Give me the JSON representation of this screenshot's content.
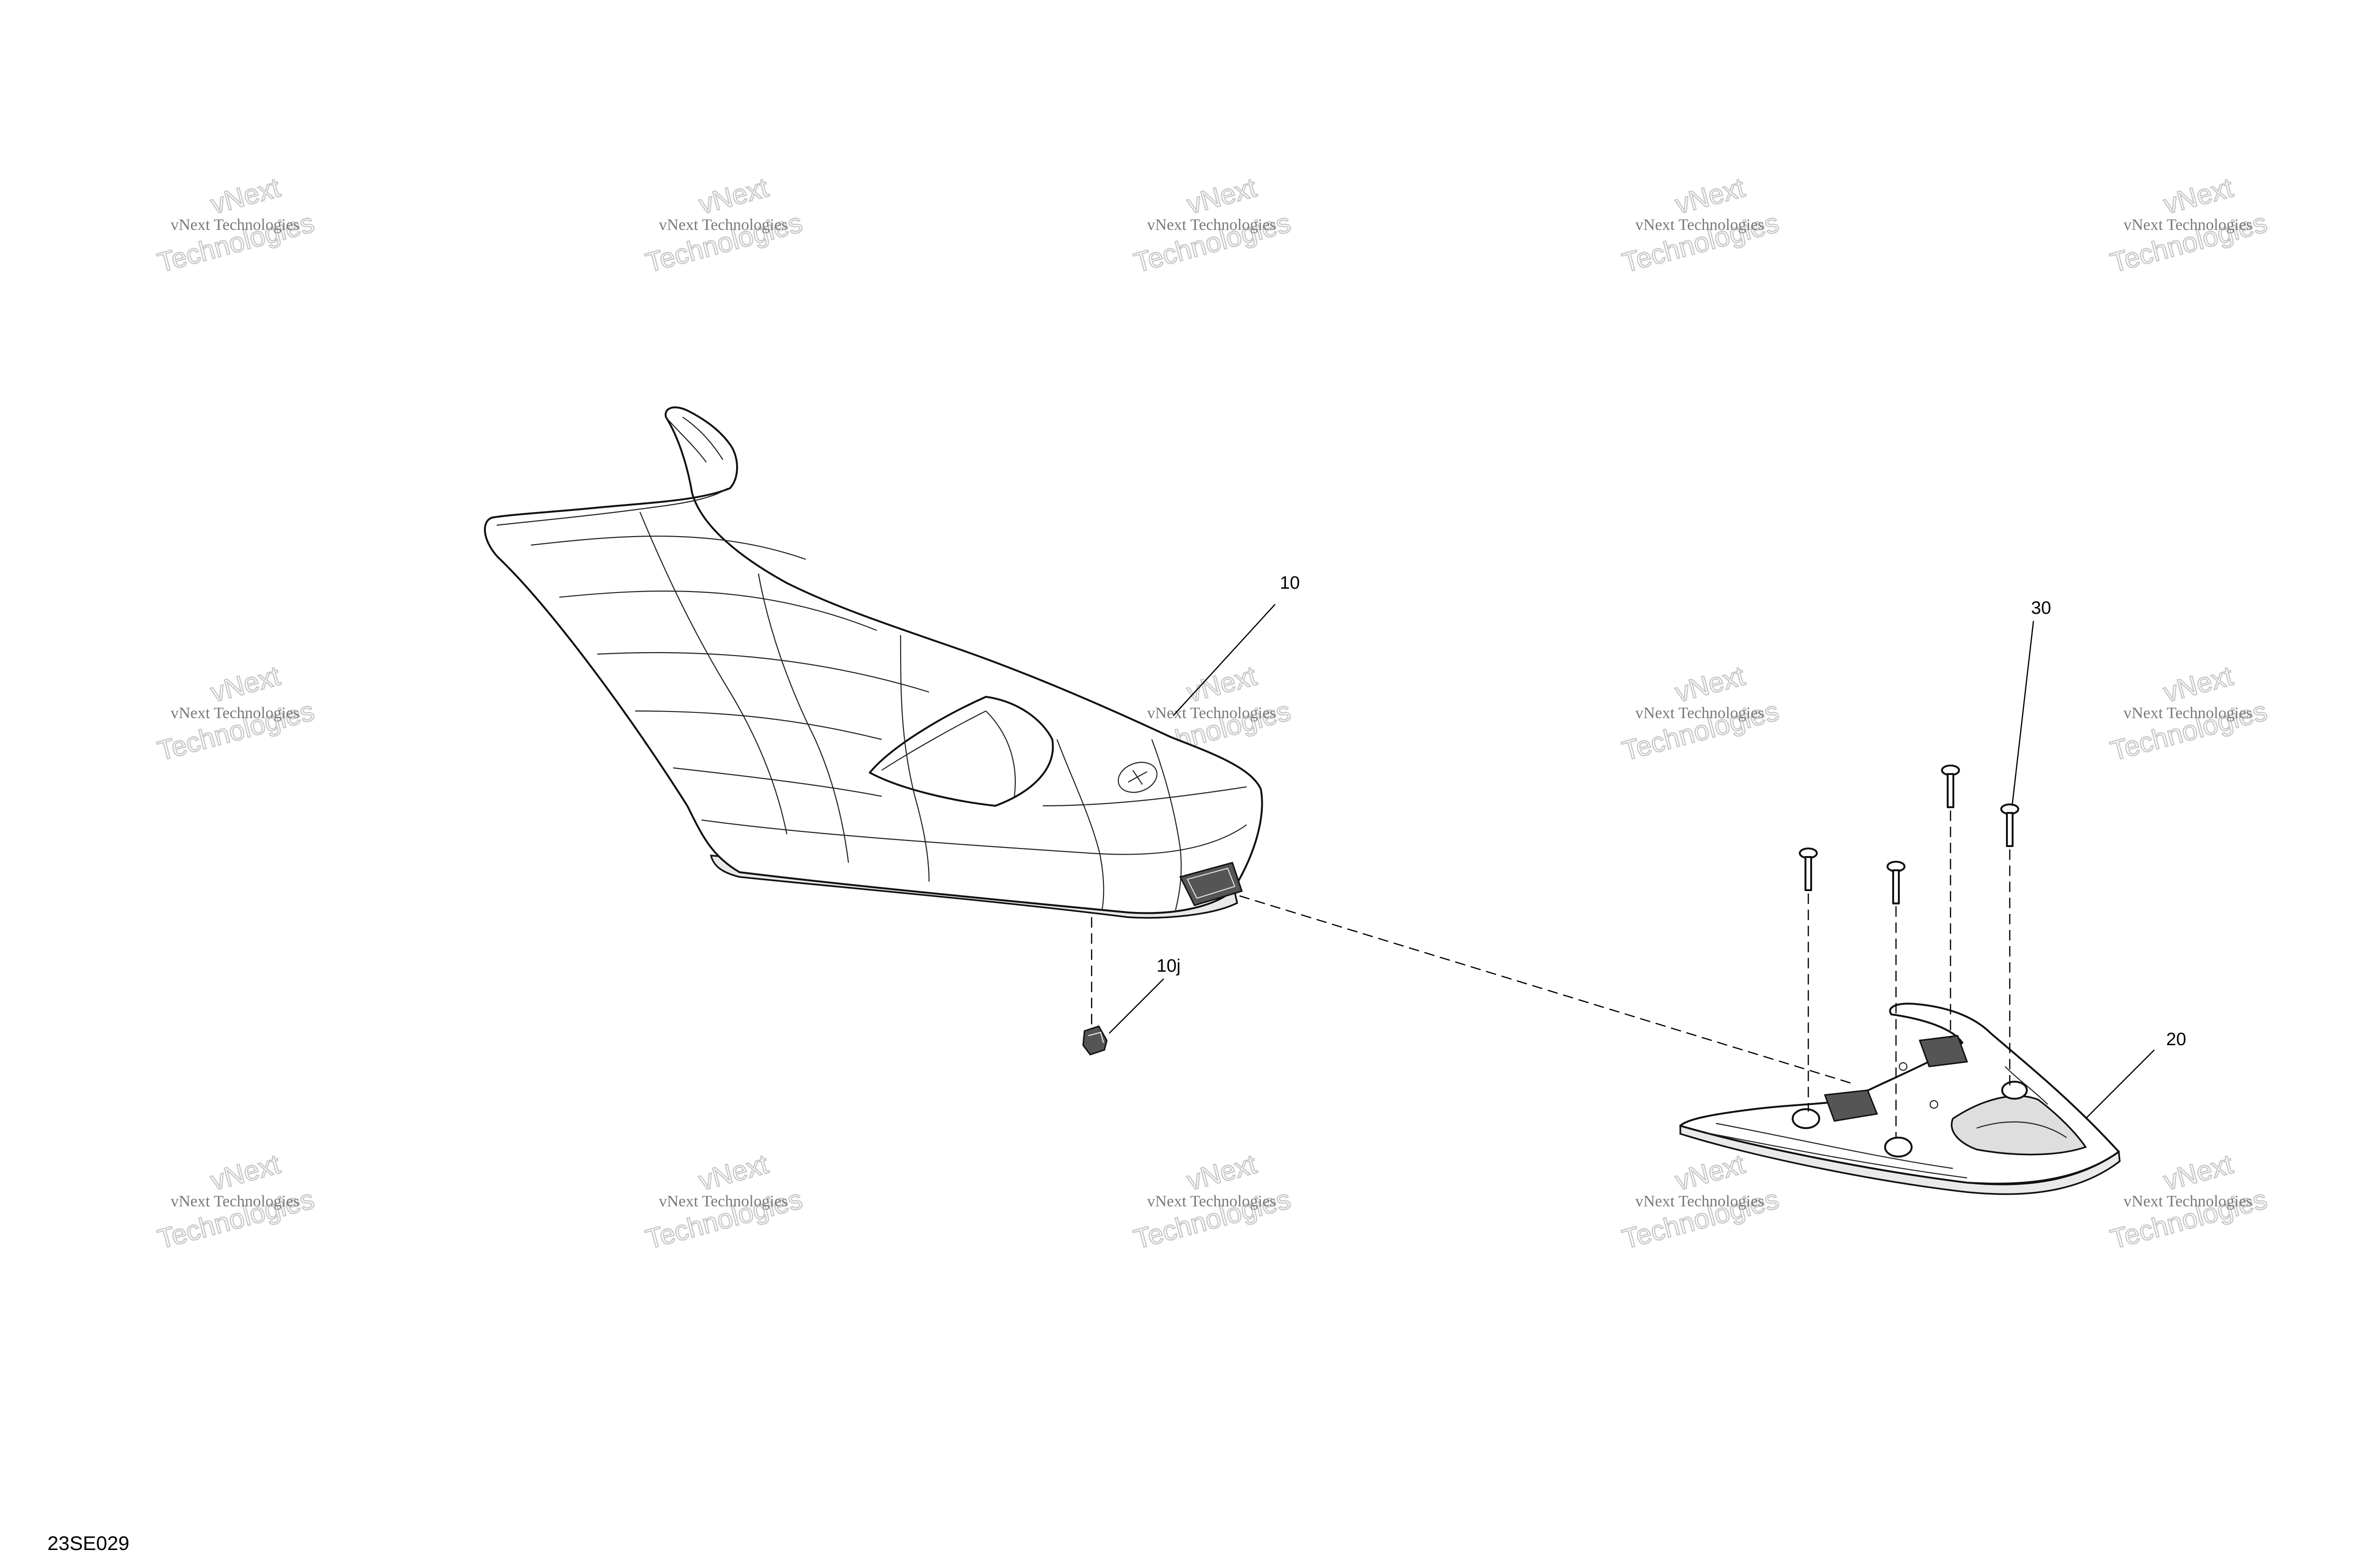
{
  "watermark": {
    "line1": "vNext",
    "line2": "vNext Technologies",
    "line3": "Technologies"
  },
  "callouts": {
    "seat": "10",
    "clip": "10j",
    "base": "20",
    "screw": "30"
  },
  "drawing_id": "23SE029"
}
